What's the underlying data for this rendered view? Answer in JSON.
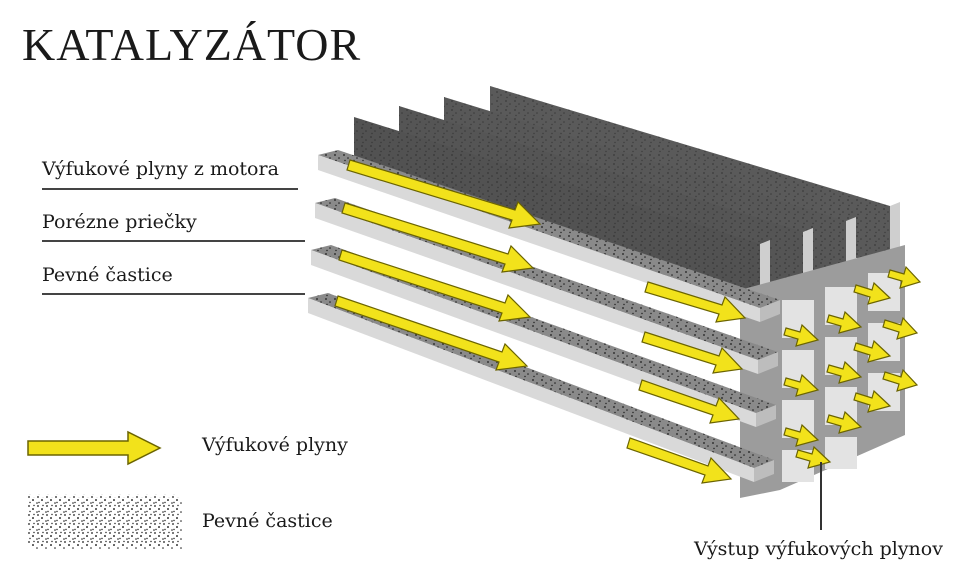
{
  "title": "KATALYZÁTOR",
  "labels": {
    "exhaust_in": "Výfukové plyny z motora",
    "porous_walls": "Porézne priečky",
    "solid_particles": "Pevné častice",
    "outlet": "Výstup výfukových plynov"
  },
  "legend": {
    "arrow_label": "Výfukové plyny",
    "particles_label": "Pevné častice"
  },
  "colors": {
    "arrow": "#f2e21b",
    "arrow_outline": "#6b6400",
    "channel": "#8d8d8d",
    "wall": "#575757",
    "wall_edge": "#d6d6d6"
  }
}
